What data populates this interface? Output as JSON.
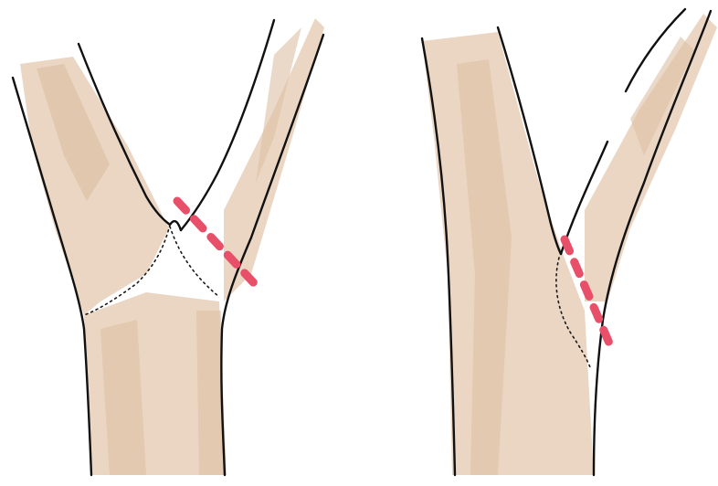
{
  "colors": {
    "background": "#ffffff",
    "bark_wash": "#e8d3bf",
    "bark_shade": "#dcc0a4",
    "outline": "#111111",
    "cut_line": "#e8506a"
  },
  "figures": [
    {
      "name": "weak-v-fork",
      "description_icon": "tree-fork-with-included-bark",
      "has_fracture": true,
      "has_cut_line": true
    },
    {
      "name": "strong-u-fork",
      "description_icon": "tree-fork-narrow-crotch",
      "has_fracture": true,
      "has_cut_line": true
    }
  ]
}
